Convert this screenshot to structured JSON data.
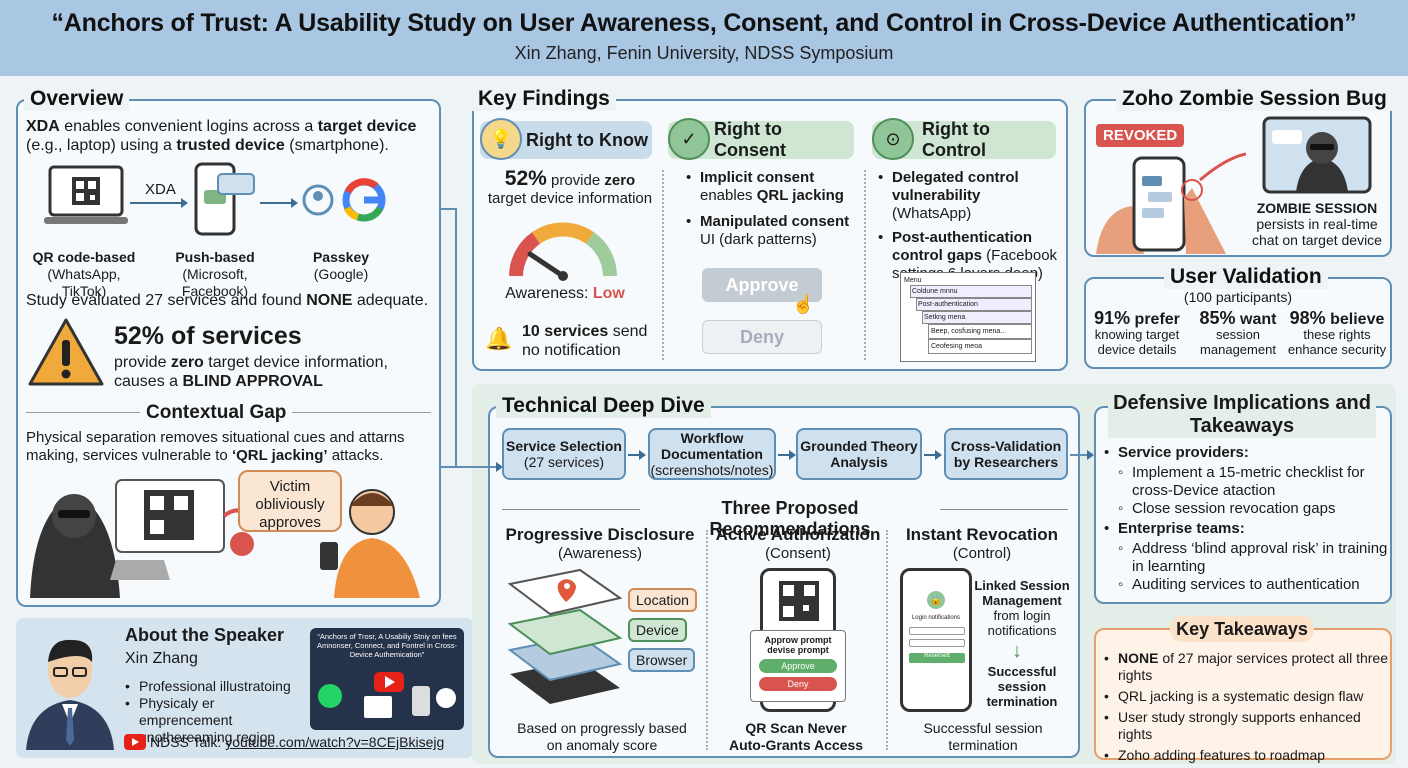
{
  "header": {
    "title": "“Anchors of Trust: A Usability Study on User Awareness, Consent, and Control in Cross-Device Authentication”",
    "subtitle": "Xin Zhang, Fenin University, NDSS Symposium"
  },
  "overview": {
    "title": "Overview",
    "intro_a": "XDA",
    "intro_b": " enables convenient logins across a ",
    "intro_c": "target device",
    "intro_d": " (e.g., laptop) using a ",
    "intro_e": "trusted device",
    "intro_f": " (smartphone).",
    "xda_label": "XDA",
    "methods": [
      {
        "name": "QR code-based",
        "detail": "(WhatsApp, TikTok)"
      },
      {
        "name": "Push-based",
        "detail": "(Microsoft, Facebook)"
      },
      {
        "name": "Passkey",
        "detail": "(Google)"
      }
    ],
    "study_a": "Study evaluated 27 services and found ",
    "study_b": "NONE",
    "study_c": " adequate.",
    "stat_big": "52% of services",
    "stat_line1": "provide ",
    "stat_zero": "zero",
    "stat_line1b": " target device information,",
    "stat_line2a": "causes a ",
    "stat_line2b": "BLIND APPROVAL",
    "gap_title": "Contextual Gap",
    "gap_text_a": "Physical separation removes situational cues and attarns making, services vulnerable to ",
    "gap_text_b": "‘QRL jacking’",
    "gap_text_c": " attacks.",
    "bubble": "Victim obliviously approves"
  },
  "speaker": {
    "title": "About the Speaker",
    "name": "Xin Zhang",
    "bullets": [
      "Professional illustratoing",
      "Physicaly er emprencement unothereaming region"
    ],
    "talk_label": "NDSS Talk: ",
    "talk_url": "youtube.com/watch?v=8CEjBkisejg",
    "thumb_text": "“Anchors of Trosr, A Usabiliy Stniy on fees Amnonser, Connect, and Fontrel in Cross-Device Authemication”"
  },
  "findings": {
    "title": "Key Findings",
    "cols": [
      {
        "title": "Right to Know",
        "stat_a": "52%",
        "stat_b": " provide ",
        "stat_c": "zero",
        "stat_d": "target device information",
        "gauge_label": "Awareness: ",
        "gauge_value": "Low",
        "notif_a": "10 services",
        "notif_b": " send",
        "notif_c": "no notification"
      },
      {
        "title": "Right to Consent",
        "b1a": "Implicit consent",
        "b1b": "enables ",
        "b1c": "QRL jacking",
        "b2a": "Manipulated consent",
        "b2b": "UI (dark patterns)",
        "approve": "Approve",
        "deny": "Deny"
      },
      {
        "title": "Right to Control",
        "b1a": "Delegated control",
        "b1b": "vulnerability",
        "b1c": " (WhatsApp)",
        "b2a": "Post-authentication",
        "b2b": "control gaps",
        "b2c": " (Facebook settings 6 layers deep)",
        "menus": [
          "Menu",
          "Coldune mnnu",
          "Post-authentication",
          "Setkng mena",
          "Beep, cosfusing mena...",
          "Ceofesing meoa"
        ]
      }
    ]
  },
  "zoho": {
    "title": "Zoho Zombie Session Bug",
    "revoked": "REVOKED",
    "zombie_title": "ZOMBIE SESSION",
    "zombie_text": "persists in real-time chat on target device"
  },
  "validation": {
    "title": "User Validation",
    "subtitle": "(100 participants)",
    "stats": [
      {
        "num": "91%",
        "verb": " prefer",
        "text": "knowing target device details"
      },
      {
        "num": "85%",
        "verb": " want",
        "text": "session management"
      },
      {
        "num": "98%",
        "verb": " believe",
        "text": "these rights enhance security"
      }
    ]
  },
  "deep": {
    "title": "Technical Deep Dive",
    "flow": [
      {
        "a": "Service Selection",
        "b": "(27 services)"
      },
      {
        "a": "Workflow Documentation",
        "b": "(screenshots/notes)"
      },
      {
        "a": "Grounded Theory Analysis",
        "b": ""
      },
      {
        "a": "Cross-Validation by Researchers",
        "b": ""
      }
    ],
    "rec_title": "Three Proposed Recommendations",
    "recs": [
      {
        "title": "Progressive Disclosure",
        "sub": "(Awareness)",
        "tags": [
          "Location",
          "Device",
          "Browser"
        ],
        "caption": "Based on progressly based on anomaly score"
      },
      {
        "title": "Active Authorization",
        "sub": "(Consent)",
        "prompt": "Approw prompt devise prompt",
        "approve": "Approve",
        "deny": "Deny",
        "caption": "QR Scan Never Auto-Grants Access"
      },
      {
        "title": "Instant Revocation",
        "sub": "(Control)",
        "phone_title": "Login notifications",
        "phone_btn": "Resersett",
        "side_a": "Linked Session Management",
        "side_b": "from login notifications",
        "side_c": "Successful session termination",
        "caption": "Successful session termination"
      }
    ]
  },
  "defensive": {
    "title_a": "Defensive Implications and",
    "title_b": "Takeaways",
    "groups": [
      {
        "head": "Service providers:",
        "items": [
          "Implement a 15-metric checklist for cross-Device ataction",
          "Close session revocation gaps"
        ]
      },
      {
        "head": "Enterprise teams:",
        "items": [
          "Address ‘blind approval risk’ in training in learnting",
          "Auditing services to authentication"
        ]
      }
    ]
  },
  "takeaways": {
    "title": "Key Takeaways",
    "items": [
      {
        "bold": "NONE",
        "rest": " of 27 major services protect all three rights"
      },
      {
        "bold": "",
        "rest": "QRL jacking is a systematic design flaw"
      },
      {
        "bold": "",
        "rest": "User study strongly supports enhanced rights"
      },
      {
        "bold": "",
        "rest": "Zoho adding features to roadmap"
      }
    ]
  },
  "colors": {
    "accent": "#5f8fb5",
    "know": "#c9dcec",
    "consent": "#cfe6d3",
    "control": "#cfe6d3",
    "alert": "#d9534f"
  }
}
